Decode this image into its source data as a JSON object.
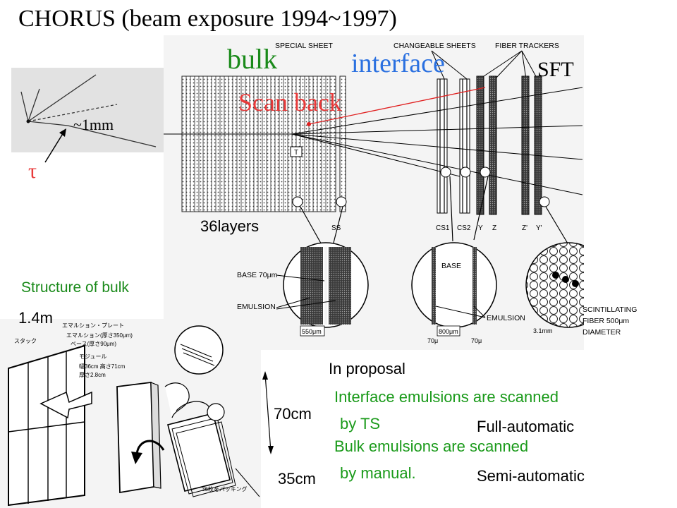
{
  "title": "CHORUS  (beam exposure 1994~1997)",
  "labels": {
    "bulk": "bulk",
    "interface": "interface",
    "sft": "SFT",
    "scan_back": "Scan back",
    "mm": "~1mm",
    "tau": "τ",
    "layers": "36layers",
    "structure": "Structure of bulk",
    "length_14": "1.4m",
    "in_proposal": "In proposal",
    "len_70": "70cm",
    "len_35": "35cm"
  },
  "notes": {
    "interface_line1": "Interface emulsions are scanned",
    "interface_line2": "by TS",
    "bulk_line1": "Bulk emulsions are scanned",
    "bulk_line2": "by manual.",
    "full": "Full-automatic",
    "semi": "Semi-automatic"
  },
  "schematic": {
    "special_sheet": "SPECIAL SHEET",
    "changeable_sheets": "CHANGEABLE SHEETS",
    "fiber_trackers": "FIBER TRACKERS",
    "t_box": "T",
    "ss": "SS",
    "cs1": "CS1",
    "cs2": "CS2",
    "y": "Y",
    "z": "Z",
    "z2": "Z'",
    "y2": "Y'",
    "base_70": "BASE 70μm",
    "emulsion_1": "EMULSION",
    "dim_550": "550μm",
    "base": "BASE",
    "dim_800": "800μm",
    "dim_70a": "70μ",
    "dim_70b": "70μ",
    "emulsion_2": "EMULSION",
    "dim_31": "3.1mm",
    "scint1": "SCINTILLATING",
    "scint2": "FIBER  500μm",
    "scint3": "DIAMETER"
  },
  "module": {
    "jp1": "エマルション・プレート",
    "jp2": "エマルション(厚さ350μm)",
    "jp3": "ベース(厚さ90μm)",
    "jp4": "モジュール",
    "jp5": "幅36cm  高さ71cm",
    "jp6": "厚さ2.8cm",
    "jp7": "スタック",
    "jp8": "36枚をパッキング"
  }
}
